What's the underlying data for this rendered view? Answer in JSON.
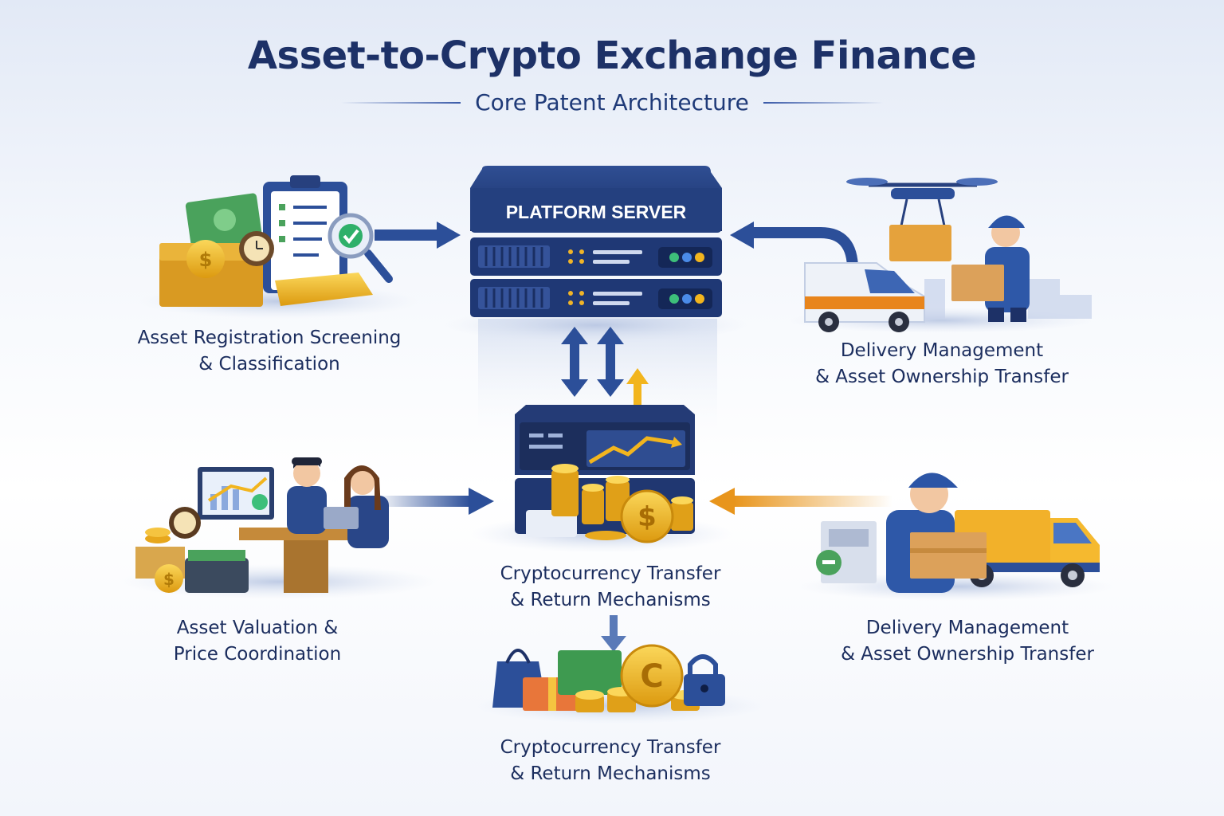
{
  "header": {
    "title": "Asset-to-Crypto Exchange Finance",
    "subtitle": "Core Patent Architecture"
  },
  "server": {
    "label": "PLATFORM SERVER"
  },
  "nodes": {
    "asset_registration": {
      "line1": "Asset Registration Screening",
      "line2": "& Classification"
    },
    "delivery_top": {
      "line1": "Delivery Management",
      "line2": "& Asset Ownership Transfer"
    },
    "valuation": {
      "line1": "Asset Valuation &",
      "line2": "Price Coordination"
    },
    "crypto_center": {
      "line1": "Cryptocurrency Transfer",
      "line2": "& Return Mechanisms"
    },
    "delivery_bottom": {
      "line1": "Delivery Management",
      "line2": "& Asset Ownership Transfer"
    },
    "crypto_bottom": {
      "line1": "Cryptocurrency Transfer",
      "line2": "& Return Mechanisms"
    }
  },
  "colors": {
    "navy": "#1d3167",
    "server": "#24407f",
    "arrow_blue": "#2c4f99",
    "arrow_orange": "#e8951c",
    "gold": "#f2b51e"
  },
  "icons": [
    "clipboard-icon",
    "magnifier-icon",
    "gold-bar-icon",
    "drone-icon",
    "delivery-van-icon",
    "courier-icon",
    "chart-monitor-icon",
    "coin-stack-icon",
    "delivery-truck-icon",
    "shopping-bag-icon",
    "padlock-icon"
  ]
}
